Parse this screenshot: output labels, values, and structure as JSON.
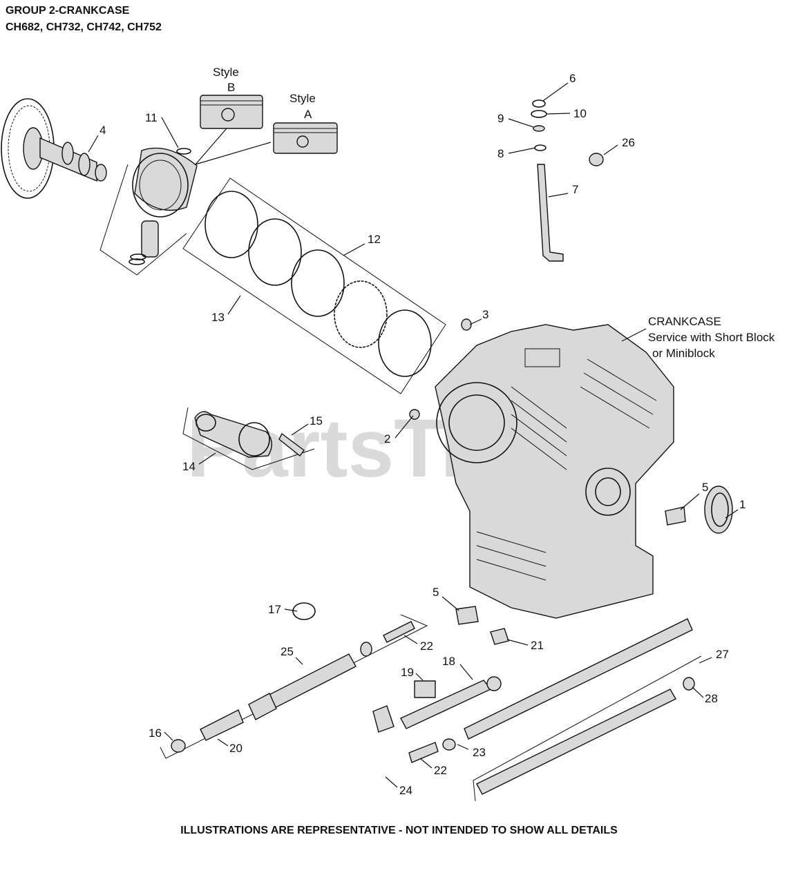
{
  "header": {
    "title_line1": "GROUP 2-CRANKCASE",
    "title_line2": "CH682, CH732, CH742, CH752"
  },
  "footer": {
    "disclaimer": "ILLUSTRATIONS ARE REPRESENTATIVE - NOT INTENDED TO SHOW ALL DETAILS"
  },
  "watermark": "PartsTree",
  "notes": {
    "style_b_1": "Style",
    "style_b_2": "B",
    "style_a_1": "Style",
    "style_a_2": "A",
    "crankcase_1": "CRANKCASE",
    "crankcase_2": "Service with Short Block",
    "crankcase_3": "or Miniblock"
  },
  "callouts": [
    {
      "id": "c1",
      "label": "1"
    },
    {
      "id": "c2",
      "label": "2"
    },
    {
      "id": "c3",
      "label": "3"
    },
    {
      "id": "c4",
      "label": "4"
    },
    {
      "id": "c5a",
      "label": "5"
    },
    {
      "id": "c5b",
      "label": "5"
    },
    {
      "id": "c6",
      "label": "6"
    },
    {
      "id": "c7",
      "label": "7"
    },
    {
      "id": "c8",
      "label": "8"
    },
    {
      "id": "c9",
      "label": "9"
    },
    {
      "id": "c10",
      "label": "10"
    },
    {
      "id": "c11",
      "label": "11"
    },
    {
      "id": "c12",
      "label": "12"
    },
    {
      "id": "c13",
      "label": "13"
    },
    {
      "id": "c14",
      "label": "14"
    },
    {
      "id": "c15",
      "label": "15"
    },
    {
      "id": "c16",
      "label": "16"
    },
    {
      "id": "c17",
      "label": "17"
    },
    {
      "id": "c18",
      "label": "18"
    },
    {
      "id": "c19",
      "label": "19"
    },
    {
      "id": "c20",
      "label": "20"
    },
    {
      "id": "c21",
      "label": "21"
    },
    {
      "id": "c22a",
      "label": "22"
    },
    {
      "id": "c22b",
      "label": "22"
    },
    {
      "id": "c23",
      "label": "23"
    },
    {
      "id": "c24",
      "label": "24"
    },
    {
      "id": "c25",
      "label": "25"
    },
    {
      "id": "c26",
      "label": "26"
    },
    {
      "id": "c27",
      "label": "27"
    },
    {
      "id": "c28",
      "label": "28"
    }
  ]
}
